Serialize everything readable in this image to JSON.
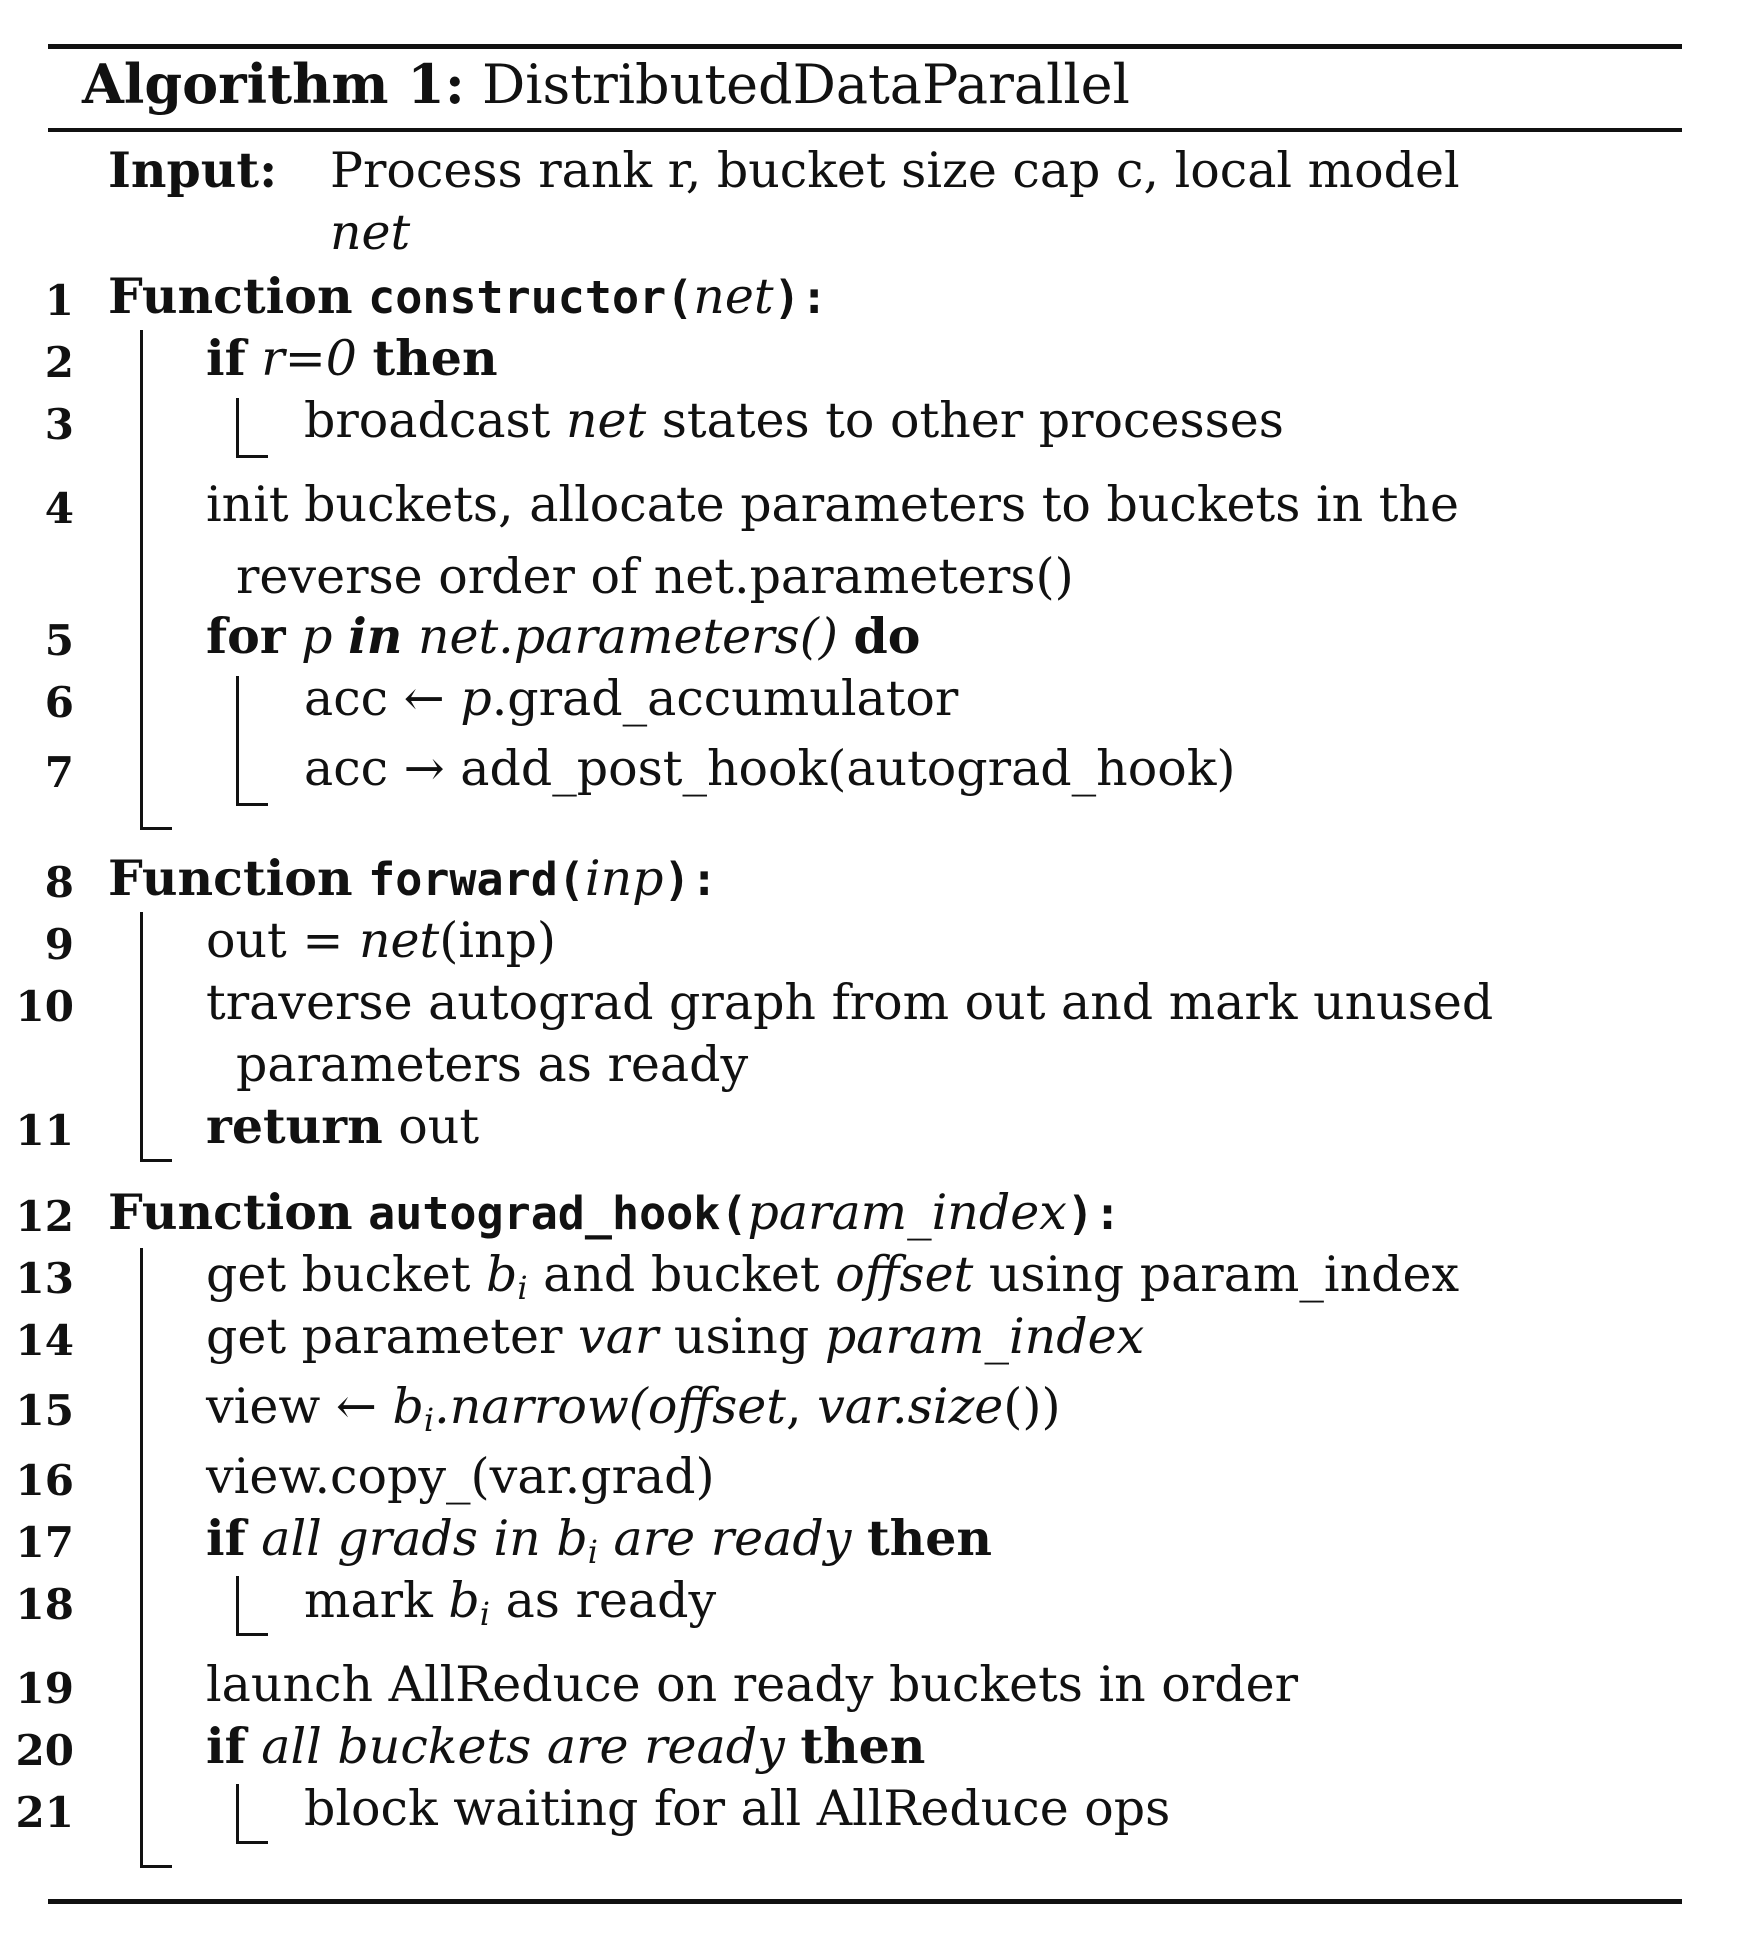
{
  "algorithm": {
    "label": "Algorithm 1:",
    "name": "DistributedDataParallel"
  },
  "input": {
    "keyword": "Input:",
    "line1": "Process rank r, bucket size cap c, local model",
    "line2": "net"
  },
  "line_numbers": [
    "1",
    "2",
    "3",
    "4",
    "5",
    "6",
    "7",
    "8",
    "9",
    "10",
    "11",
    "12",
    "13",
    "14",
    "15",
    "16",
    "17",
    "18",
    "19",
    "20",
    "21"
  ],
  "lines": {
    "l1": {
      "kw": "Function",
      "fn": "constructor(",
      "arg": "net",
      "close": "):"
    },
    "l2": {
      "kw1": "if",
      "cond": "r=0",
      "kw2": "then"
    },
    "l3": {
      "a": "broadcast",
      "b": "net",
      "c": "states to other processes"
    },
    "l4": {
      "a": "init buckets, allocate parameters to buckets in the",
      "b": "reverse order of net.parameters()"
    },
    "l5": {
      "kw1": "for",
      "v": "p",
      "kw_in": "in",
      "expr": "net.parameters()",
      "kw2": "do"
    },
    "l6": {
      "a": "acc ←",
      "b": "p",
      "c": ".grad_accumulator"
    },
    "l7": {
      "a": "acc → add_post_hook(autograd_hook)"
    },
    "l8": {
      "kw": "Function",
      "fn": "forward(",
      "arg": "inp",
      "close": "):"
    },
    "l9": {
      "a": "out =",
      "b": "net",
      "c": "(inp)"
    },
    "l10": {
      "a": "traverse autograd graph from out and mark unused",
      "b": "parameters as ready"
    },
    "l11": {
      "kw": "return",
      "a": "out"
    },
    "l12": {
      "kw": "Function",
      "fn": "autograd_hook(",
      "arg": "param_index",
      "close": "):"
    },
    "l13": {
      "a": "get bucket",
      "b": "b",
      "sub": "i",
      "c": "and bucket",
      "d": "offset",
      "e": "using param_index"
    },
    "l14": {
      "a": "get parameter",
      "b": "var",
      "c": "using",
      "d": "param_index"
    },
    "l15": {
      "a": "view ←",
      "b": "b",
      "sub": "i",
      "c": ".narrow(",
      "d": "offset",
      "e": ",",
      "f": "var.size",
      "g": "())"
    },
    "l16": {
      "a": "view.copy_(var.grad)"
    },
    "l17": {
      "kw1": "if",
      "cond_a": "all grads in",
      "b": "b",
      "sub": "i",
      "cond_b": "are ready",
      "kw2": "then"
    },
    "l18": {
      "a": "mark",
      "b": "b",
      "sub": "i",
      "c": "as ready"
    },
    "l19": {
      "a": "launch AllReduce on ready buckets in order"
    },
    "l20": {
      "kw1": "if",
      "cond": "all buckets are ready",
      "kw2": "then"
    },
    "l21": {
      "a": "block waiting for all AllReduce ops"
    }
  }
}
